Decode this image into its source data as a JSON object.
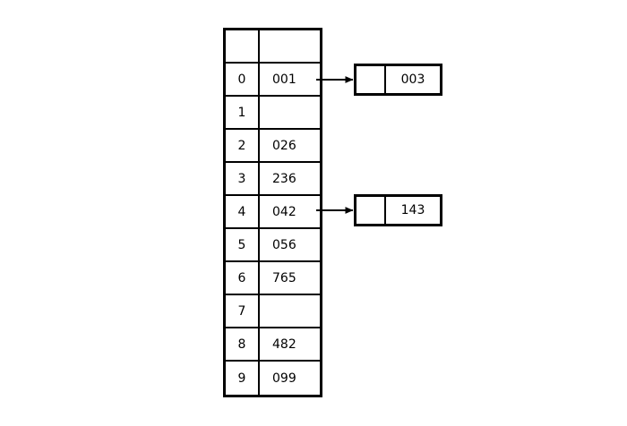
{
  "diagram": {
    "title": "hash-table-with-chaining",
    "colors": {
      "background": "#ffffff",
      "stroke": "#000000",
      "text": "#000000"
    },
    "hash_table": {
      "name": "hash-table",
      "columns": [
        "",
        ""
      ],
      "header_row": {
        "index": "",
        "value": ""
      },
      "rows": [
        {
          "index": "0",
          "value": "001",
          "has_chain": true
        },
        {
          "index": "1",
          "value": "",
          "has_chain": false
        },
        {
          "index": "2",
          "value": "026",
          "has_chain": false
        },
        {
          "index": "3",
          "value": "236",
          "has_chain": false
        },
        {
          "index": "4",
          "value": "042",
          "has_chain": true
        },
        {
          "index": "5",
          "value": "056",
          "has_chain": false
        },
        {
          "index": "6",
          "value": "765",
          "has_chain": false
        },
        {
          "index": "7",
          "value": "",
          "has_chain": false
        },
        {
          "index": "8",
          "value": "482",
          "has_chain": false
        },
        {
          "index": "9",
          "value": "099",
          "has_chain": false
        }
      ]
    },
    "chain_nodes": [
      {
        "from_index": "0",
        "pointer": "",
        "value": "003"
      },
      {
        "from_index": "4",
        "pointer": "",
        "value": "143"
      }
    ],
    "arrows": [
      {
        "name": "arrow-from-slot-0",
        "from_index": "0"
      },
      {
        "name": "arrow-from-slot-4",
        "from_index": "4"
      }
    ]
  }
}
